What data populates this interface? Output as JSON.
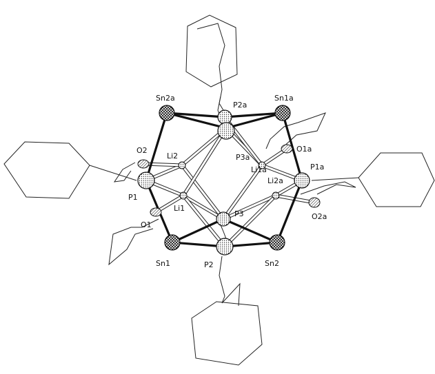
{
  "atoms": {
    "sn2a": "Sn2a",
    "p2a": "P2a",
    "sn1a": "Sn1a",
    "o2": "O2",
    "li2": "Li2",
    "p3a": "P3a",
    "o1a": "O1a",
    "li1a": "Li1a",
    "p1a": "P1a",
    "p1": "P1",
    "li1": "Li1",
    "li2a": "Li2a",
    "p3": "P3",
    "o1": "O1",
    "o2a": "O2a",
    "sn1": "Sn1",
    "p2": "P2",
    "sn2": "Sn2"
  }
}
